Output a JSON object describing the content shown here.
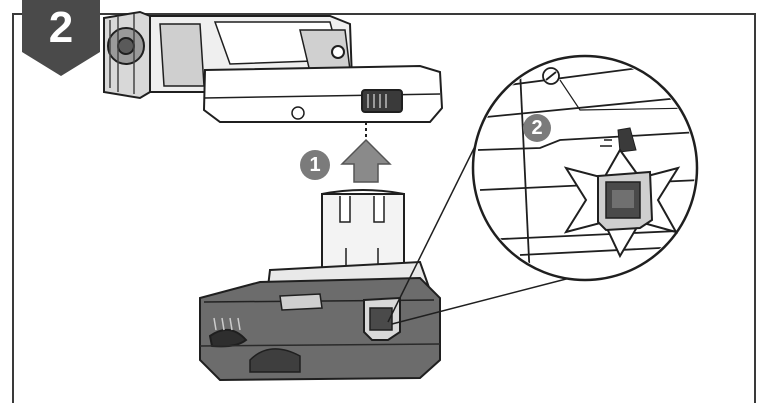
{
  "step": {
    "number": "2"
  },
  "callouts": [
    {
      "label": "1"
    },
    {
      "label": "2"
    }
  ],
  "colors": {
    "badge": "#4a4a4a",
    "callout": "#7b7b7b",
    "line": "#1f1f1f",
    "shade": "#6c6c6c"
  }
}
